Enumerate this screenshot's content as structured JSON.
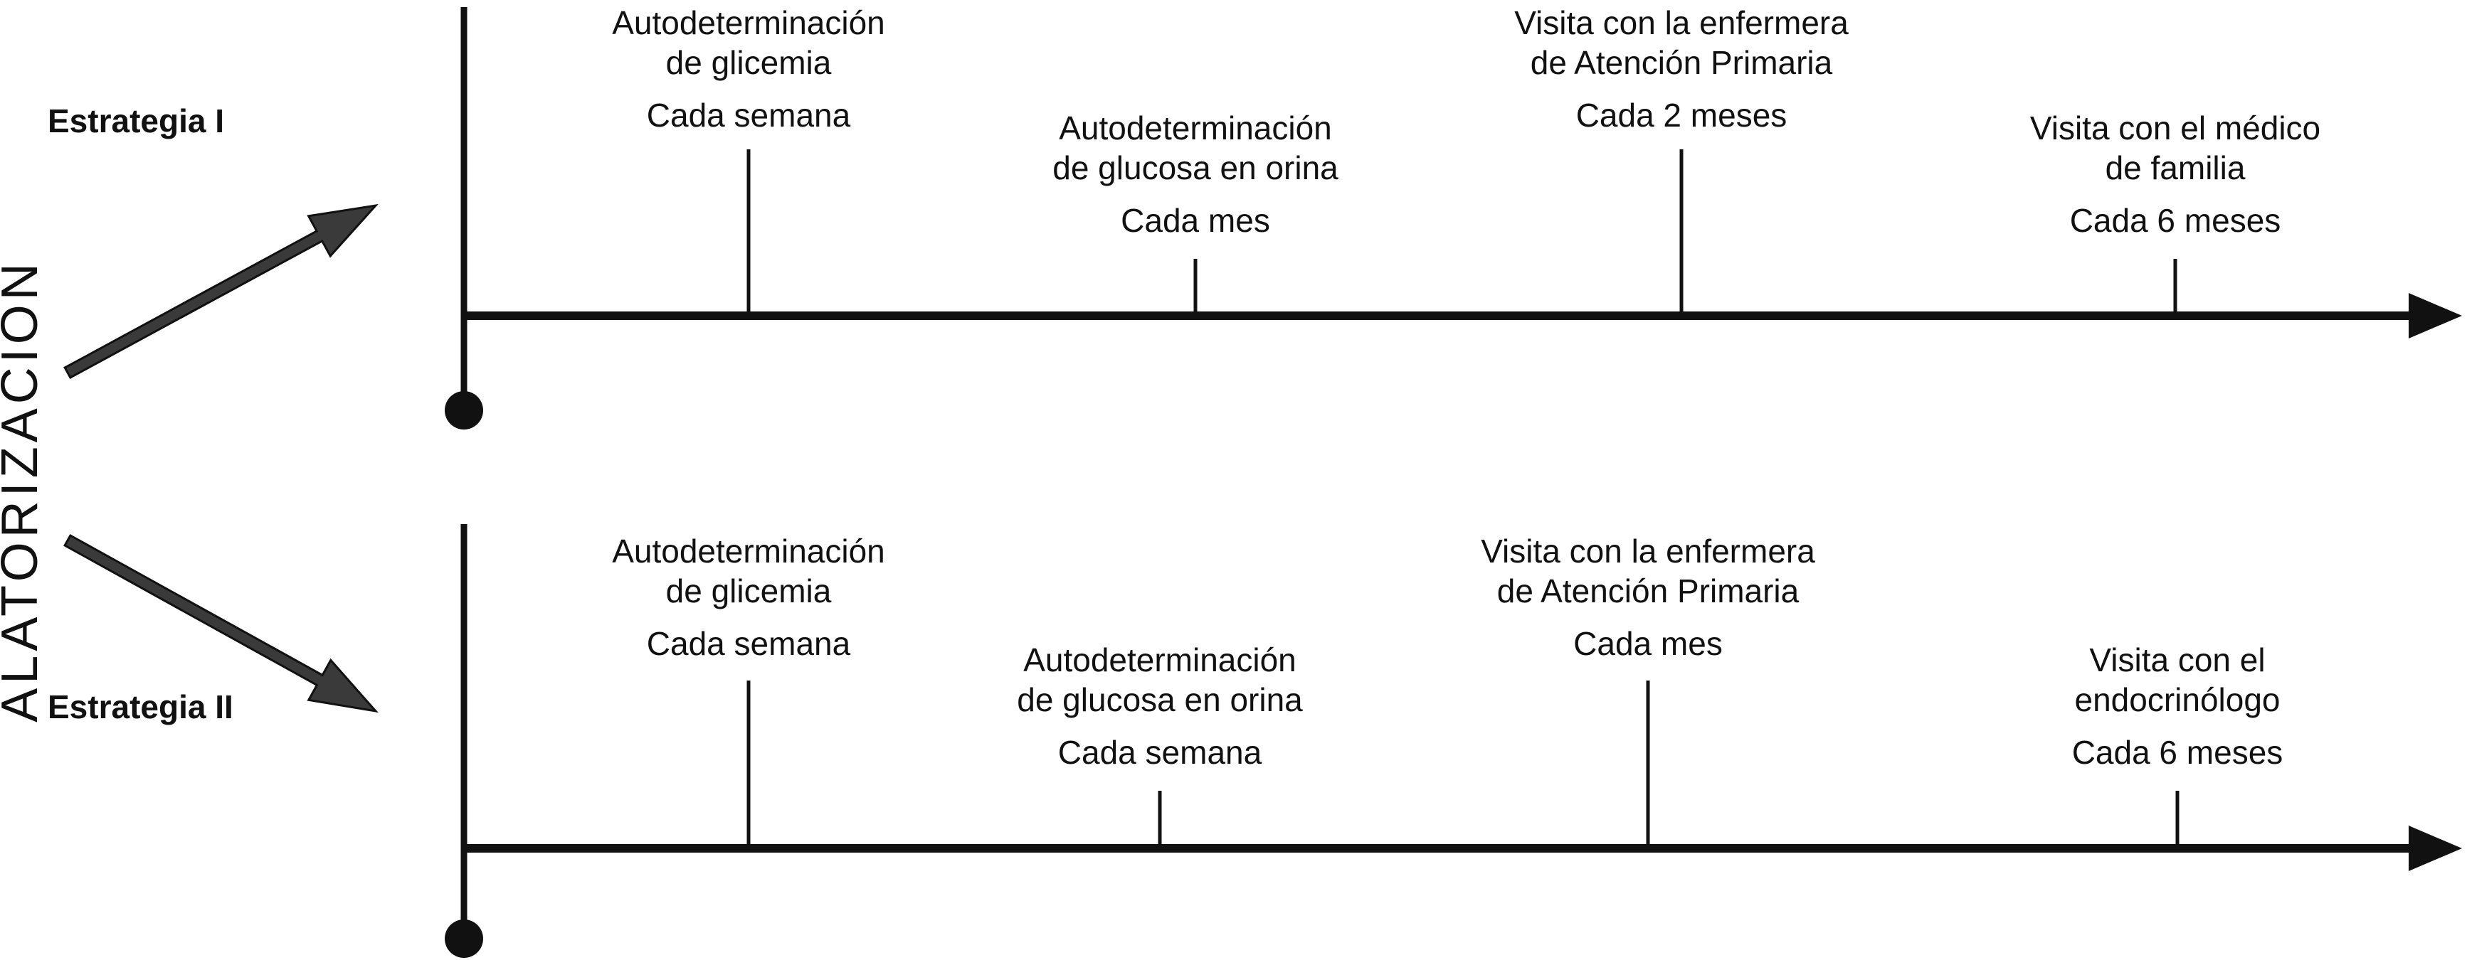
{
  "diagram": {
    "randomization_label": "ALATORIZACIÓN",
    "strategy1": {
      "name": "Estrategia I",
      "event1": {
        "line1": "Autodeterminación",
        "line2": "de glicemia",
        "frequency": "Cada semana"
      },
      "event2": {
        "line1": "Autodeterminación",
        "line2": "de glucosa en orina",
        "frequency": "Cada mes"
      },
      "event3": {
        "line1": "Visita con la enfermera",
        "line2": "de Atención Primaria",
        "frequency": "Cada 2 meses"
      },
      "event4": {
        "line1": "Visita con el médico",
        "line2": "de familia",
        "frequency": "Cada 6 meses"
      }
    },
    "strategy2": {
      "name": "Estrategia II",
      "event1": {
        "line1": "Autodeterminación",
        "line2": "de glicemia",
        "frequency": "Cada semana"
      },
      "event2": {
        "line1": "Autodeterminación",
        "line2": "de glucosa en orina",
        "frequency": "Cada semana"
      },
      "event3": {
        "line1": "Visita con la enfermera",
        "line2": "de Atención Primaria",
        "frequency": "Cada mes"
      },
      "event4": {
        "line1": "Visita con el",
        "line2": "endocrinólogo",
        "frequency": "Cada 6 meses"
      }
    },
    "colors": {
      "line": "#111111",
      "text": "#111111",
      "arrow_fill": "#3a3a3a",
      "background": "#ffffff"
    }
  }
}
